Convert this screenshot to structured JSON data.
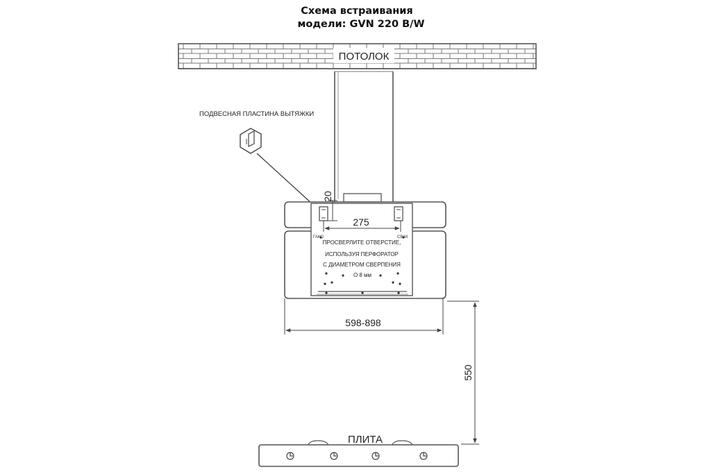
{
  "title": {
    "line1": "Схема встраивания",
    "line2": "модели: GVN 220 B/W"
  },
  "labels": {
    "ceiling": "ПОТОЛОК",
    "mounting_plate": "ПОДВЕСНАЯ ПЛАСТИНА ВЫТЯЖКИ",
    "cooktop": "ПЛИТА",
    "mark_left": "ГАКО",
    "mark_right": "СВАК"
  },
  "dimensions": {
    "plate_offset": "20",
    "hole_spacing": "275",
    "width_range": "598-898",
    "height_above_cooktop": "550"
  },
  "note_lines": [
    "ПРОСВЕРЛИТЕ ОТВЕРСТИЕ,",
    "ИСПОЛЬЗУЯ ПЕРФОРАТОР",
    "С ДИАМЕТРОМ СВЕРПЕНИЯ",
    "О 8 мм"
  ],
  "colors": {
    "line": "#555555",
    "ceiling_fill": "#ffffff",
    "text": "#222222"
  }
}
